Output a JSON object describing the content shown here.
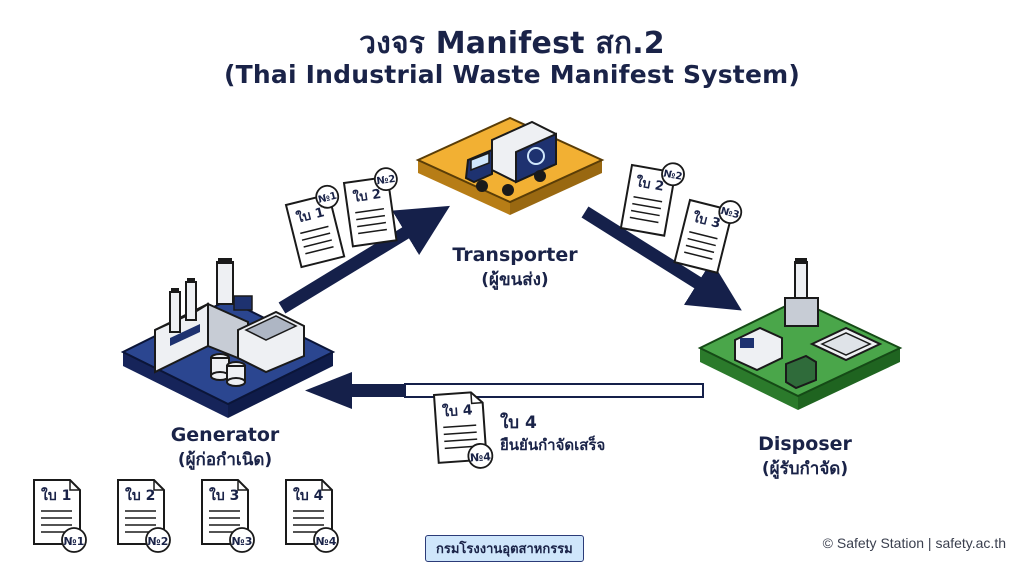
{
  "title": {
    "line1": "วงจร Manifest สก.2",
    "line2": "(Thai Industrial Waste Manifest System)"
  },
  "nodes": {
    "generator": {
      "name": "Generator",
      "thai": "(ผู้ก่อกำเนิด)",
      "color": "#1e3270"
    },
    "transporter": {
      "name": "Transporter",
      "thai": "(ผู้ขนส่ง)",
      "color": "#f2b033"
    },
    "disposer": {
      "name": "Disposer",
      "thai": "(ผู้รับกำจัด)",
      "color": "#3a9a3a"
    }
  },
  "flows": {
    "gen_to_transporter": [
      {
        "label": "ใบ 1",
        "badge": "№1"
      },
      {
        "label": "ใบ 2",
        "badge": "№2"
      }
    ],
    "transporter_to_disposer": [
      {
        "label": "ใบ 2",
        "badge": "№2"
      },
      {
        "label": "ใบ 3",
        "badge": "№3"
      }
    ],
    "return": {
      "doc": {
        "label": "ใบ 4",
        "badge": "№4"
      },
      "line1": "ใบ 4",
      "line2": "ยืนยันกำจัดเสร็จ"
    }
  },
  "copies": [
    {
      "label": "ใบ 1",
      "badge": "№1"
    },
    {
      "label": "ใบ 2",
      "badge": "№2"
    },
    {
      "label": "ใบ 3",
      "badge": "№3"
    },
    {
      "label": "ใบ 4",
      "badge": "№4"
    }
  ],
  "footer": {
    "department": "กรมโรงงานอุตสาหกรรม",
    "copyright": "© Safety Station | safety.ac.th"
  },
  "colors": {
    "navy": "#1a2348",
    "arrow": "#15204a"
  }
}
